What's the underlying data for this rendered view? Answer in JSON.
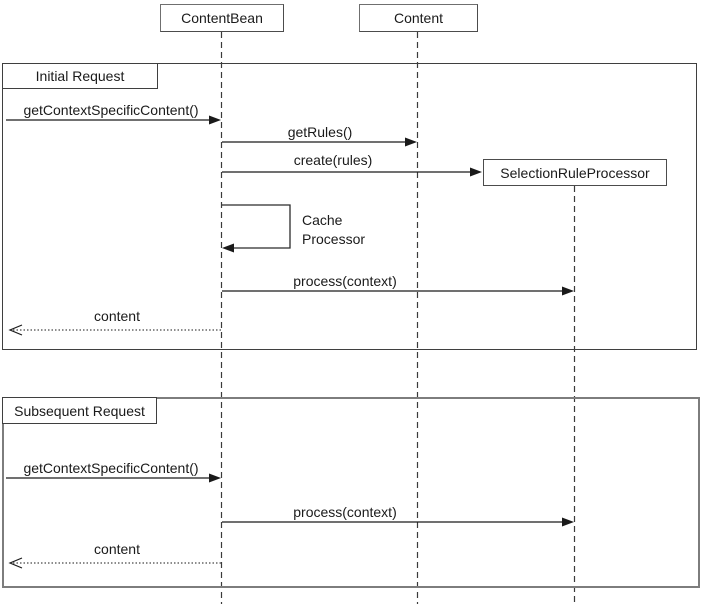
{
  "diagram_type": "uml-sequence",
  "colors": {
    "background": "#ffffff",
    "message_line": "#1a1a1a",
    "lifeline": "#3a3a3a",
    "frame_border": "#3f3f3f",
    "frame2_border": "#7d7d7d",
    "actor_box_border": "#6f6f6f"
  },
  "actors": [
    {
      "label": "ContentBean"
    },
    {
      "label": "Content"
    },
    {
      "label": "SelectionRuleProcessor"
    }
  ],
  "frames": [
    {
      "label": "Initial Request",
      "messages": [
        {
          "label": "getContextSpecificContent()",
          "type": "sync-call",
          "from": "client",
          "to": "ContentBean"
        },
        {
          "label": "getRules()",
          "type": "sync-call",
          "from": "ContentBean",
          "to": "Content"
        },
        {
          "label": "create(rules)",
          "type": "sync-call",
          "from": "ContentBean",
          "to": "SelectionRuleProcessor"
        },
        {
          "label": "Cache Processor",
          "type": "self-call",
          "from": "ContentBean",
          "to": "ContentBean"
        },
        {
          "label": "process(context)",
          "type": "sync-call",
          "from": "ContentBean",
          "to": "SelectionRuleProcessor"
        },
        {
          "label": "content",
          "type": "return",
          "from": "ContentBean",
          "to": "client"
        }
      ]
    },
    {
      "label": "Subsequent Request",
      "messages": [
        {
          "label": "getContextSpecificContent()",
          "type": "sync-call",
          "from": "client",
          "to": "ContentBean"
        },
        {
          "label": "process(context)",
          "type": "sync-call",
          "from": "ContentBean",
          "to": "SelectionRuleProcessor"
        },
        {
          "label": "content",
          "type": "return",
          "from": "ContentBean",
          "to": "client"
        }
      ]
    }
  ]
}
